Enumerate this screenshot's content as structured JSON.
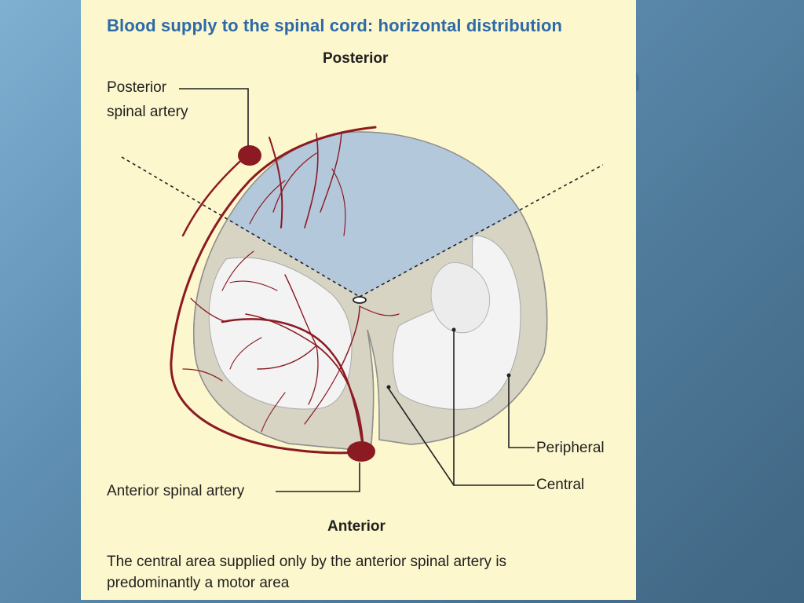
{
  "figure": {
    "title": "Blood supply to the spinal cord: horizontal distribution",
    "orientation_top": "Posterior",
    "orientation_bottom": "Anterior",
    "labels": {
      "posterior_spinal_artery_line1": "Posterior",
      "posterior_spinal_artery_line2": "spinal artery",
      "anterior_spinal_artery": "Anterior spinal artery",
      "peripheral": "Peripheral",
      "central": "Central"
    },
    "caption_line1": "The central area supplied only by the anterior spinal artery is",
    "caption_line2": "predominantly a motor area"
  },
  "colors": {
    "slide_background": "#5f8fb3",
    "panel_background": "#fdf7cd",
    "title_color": "#2d6aa8",
    "posterior_territory": "#b4c8dc",
    "peripheral_zone": "#d7d4c4",
    "central_grey_matter": "#f3f3f3",
    "artery": "#8b1a22"
  },
  "slide": {
    "background_text": "n"
  }
}
